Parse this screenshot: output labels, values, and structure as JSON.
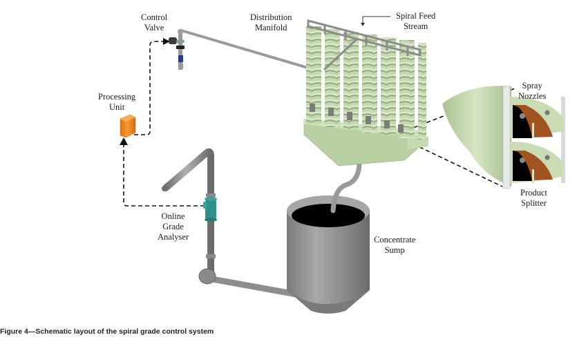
{
  "figure": {
    "caption": "Figure 4—Schematic layout of the spiral grade control system"
  },
  "labels": {
    "control_valve": [
      "Control",
      "Valve"
    ],
    "distribution_manifold": [
      "Distribution",
      "Manifold"
    ],
    "spiral_feed_stream": [
      "Spiral Feed",
      "Stream"
    ],
    "processing_unit": [
      "Processing",
      "Unit"
    ],
    "spray_nozzles": [
      "Spray",
      "Nozzles"
    ],
    "product_splitter": [
      "Product",
      "Splitter"
    ],
    "online_grade_analyser": [
      "Online",
      "Grade",
      "Analyser"
    ],
    "concentrate_sump": [
      "Concentrate",
      "Sump"
    ]
  },
  "colors": {
    "spiral_green": "#c9dcb4",
    "spiral_shadow": "#9fb88a",
    "pipe_gray": "#9a9a9a",
    "pipe_dark": "#6f6f6f",
    "processing_unit_orange": "#f08a1c",
    "analyser_teal": "#2f8f8a",
    "splitter_brown": "#a0521f",
    "sump_gray": "#8e8e8e"
  }
}
